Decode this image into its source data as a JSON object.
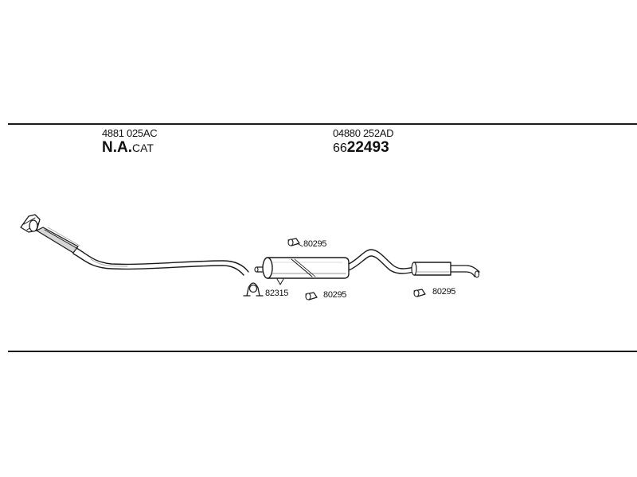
{
  "sections": [
    {
      "part_number": "4881 025AC",
      "name_bold": "N.A.",
      "name_rest": "CAT"
    },
    {
      "part_number": "04880 252AD",
      "name_prefix": "66",
      "name_bold": "22493"
    }
  ],
  "callouts": {
    "clamp_top": "80295",
    "clamp_mid": "80295",
    "clamp_right": "80295",
    "ring": "82315"
  },
  "colors": {
    "line": "#1a1a1a",
    "fill": "#ffffff",
    "shade": "#bdbdbd"
  }
}
